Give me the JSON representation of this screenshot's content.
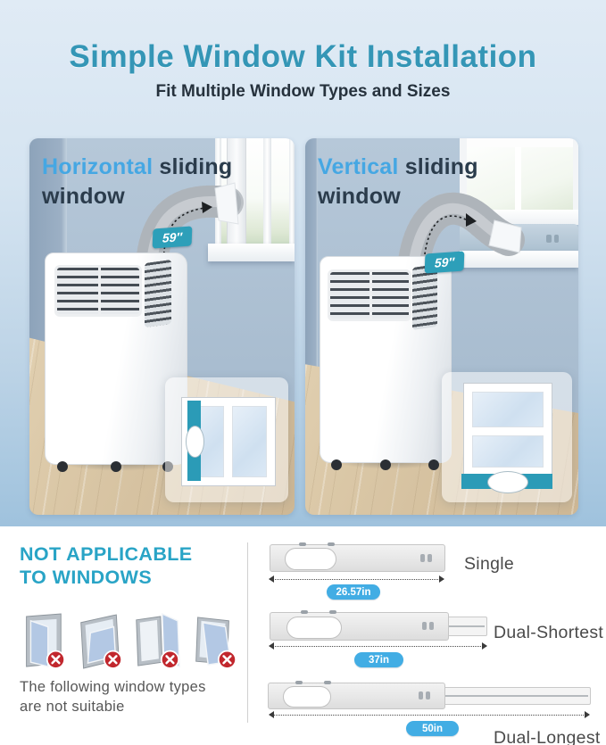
{
  "header": {
    "title": "Simple Window Kit Installation",
    "subtitle": "Fit Multiple Window Types and Sizes"
  },
  "scenes": [
    {
      "title_highlight": "Horizontal",
      "title_rest": " sliding",
      "title_line2": "window",
      "hose_length_label": "59″"
    },
    {
      "title_highlight": "Vertical",
      "title_rest": " sliding",
      "title_line2": "window",
      "hose_length_label": "59″"
    }
  ],
  "not_applicable": {
    "heading_line1": "NOT APPLICABLE",
    "heading_line2": "TO WINDOWS",
    "caption_line1": "The following window types",
    "caption_line2": "are not suitabie",
    "window_types": [
      "casement-open",
      "tilt-bottom-hinged",
      "casement-wide-open",
      "tilt-turn"
    ]
  },
  "slider_kits": [
    {
      "label": "Single",
      "length": "26.57in"
    },
    {
      "label": "Dual-Shortest",
      "length": "37in"
    },
    {
      "label": "Dual-Longest",
      "length": "50in"
    }
  ],
  "colors": {
    "title_teal": "#3496b6",
    "heading_blue": "#45a7e3",
    "heading_dark": "#2b3c4c",
    "na_teal": "#29a4c6",
    "pill_blue": "#42ade4",
    "badge_teal": "#2d9fb9",
    "not_allowed_red": "#c1272d",
    "kit_teal": "#2b9bb7"
  }
}
